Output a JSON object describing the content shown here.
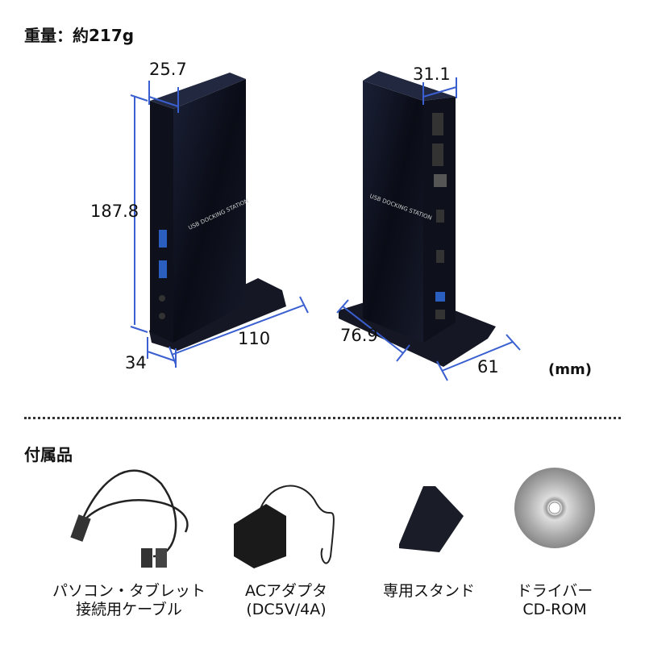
{
  "weight": "重量：約217g",
  "dimensions": {
    "front_width": "25.7",
    "height": "187.8",
    "base_width": "34",
    "base_depth_front": "110",
    "rear_width": "31.1",
    "base_depth_rear": "76.9",
    "base_width_rear": "61",
    "unit": "(mm)"
  },
  "device_label": "USB DOCKING STATION",
  "accessories": {
    "title": "付属品",
    "items": [
      {
        "line1": "パソコン・タブレット",
        "line2": "接続用ケーブル"
      },
      {
        "line1": "ACアダプタ",
        "line2": "(DC5V/4A)"
      },
      {
        "line1": "専用スタンド",
        "line2": ""
      },
      {
        "line1": "ドライバー",
        "line2": "CD-ROM"
      }
    ]
  },
  "colors": {
    "dimension_line": "#3a5fd0",
    "device": "#0c0f1a"
  }
}
